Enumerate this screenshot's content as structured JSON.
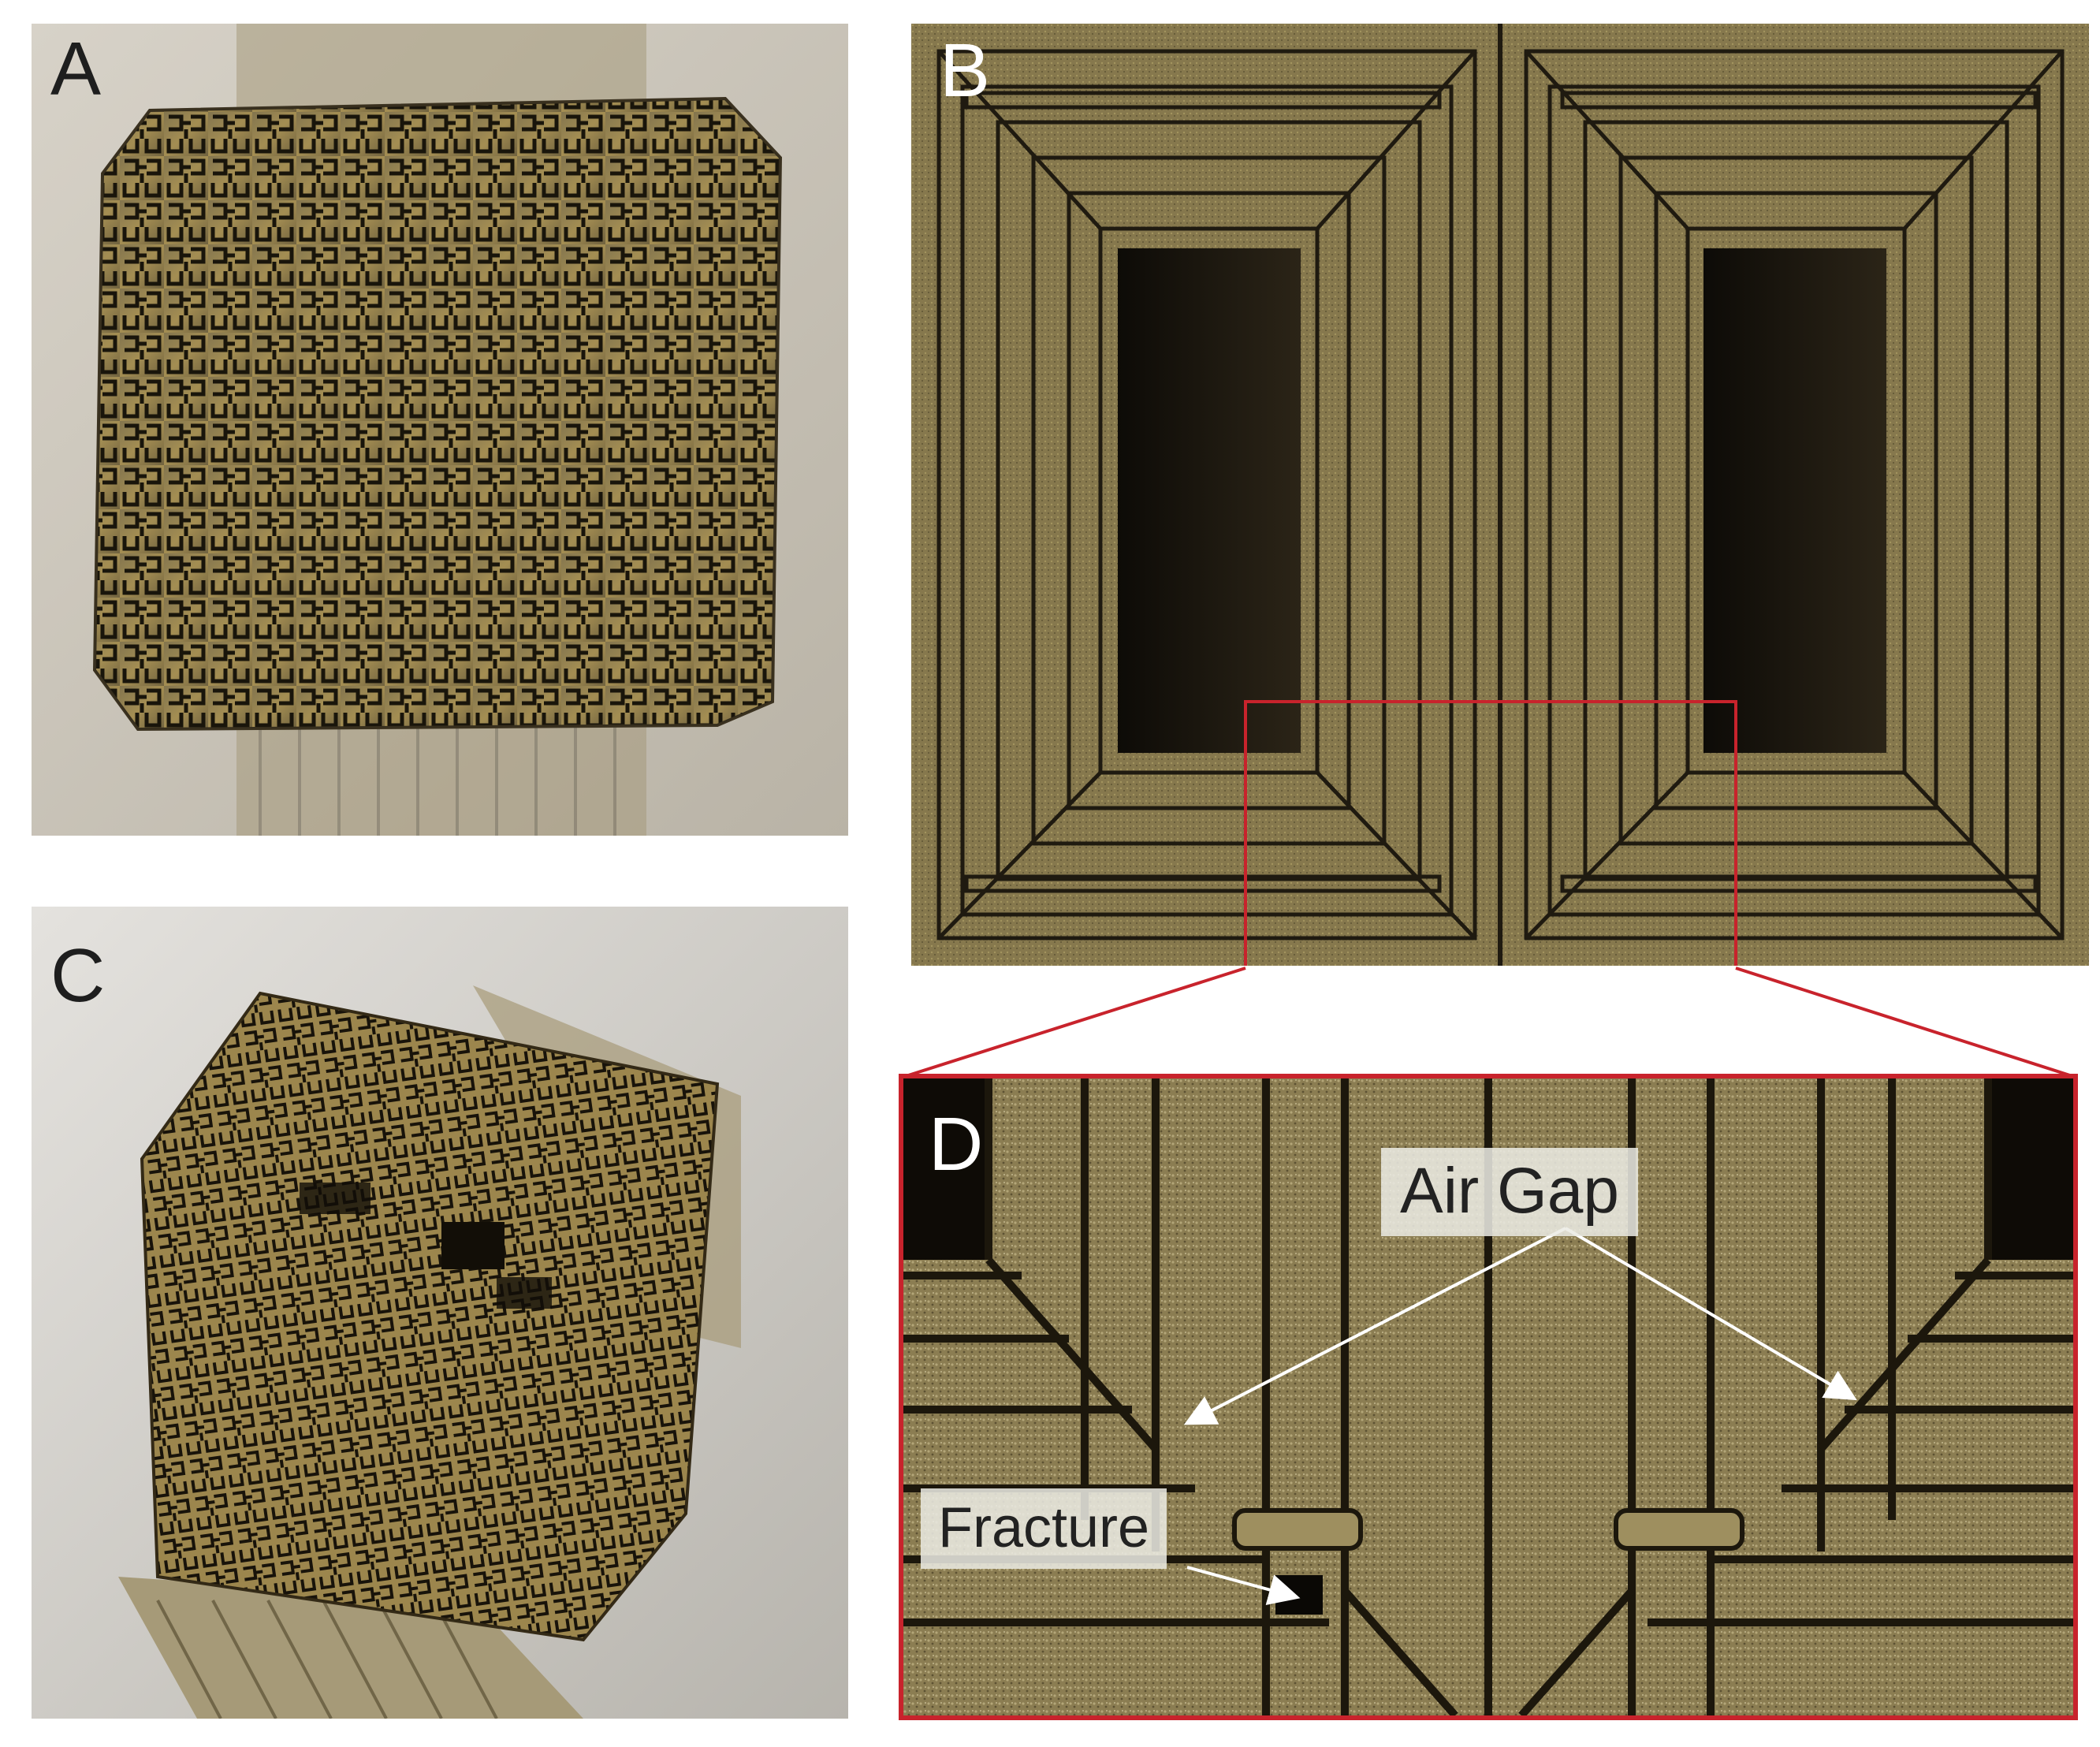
{
  "panels": {
    "a": {
      "letter": "A"
    },
    "b": {
      "letter": "B"
    },
    "c": {
      "letter": "C"
    },
    "d": {
      "letter": "D",
      "callouts": {
        "air_gap": "Air Gap",
        "fracture": "Fracture"
      }
    }
  },
  "colors": {
    "zoom_box": "#c8232c",
    "metal": "#8a7a4e",
    "metal_dark": "#2a2417",
    "arrow": "#ffffff"
  }
}
